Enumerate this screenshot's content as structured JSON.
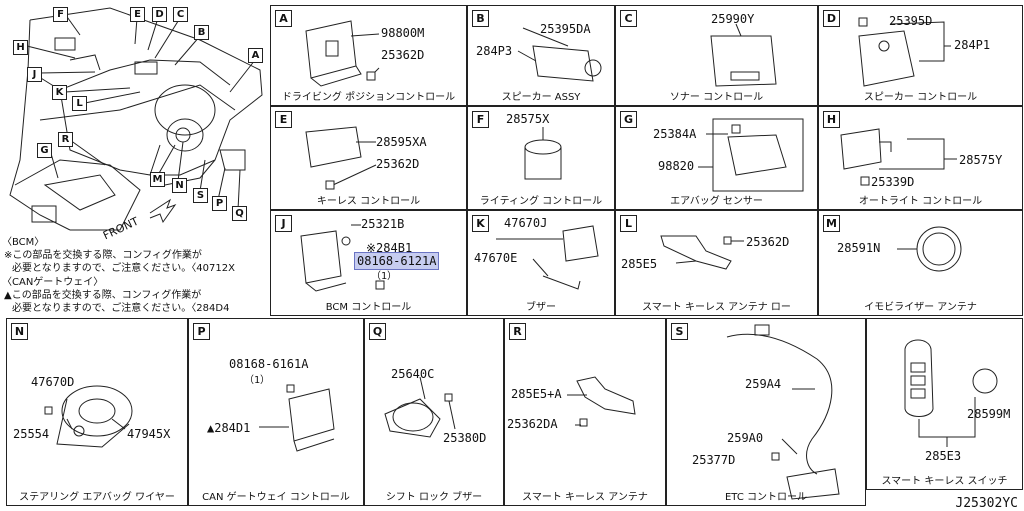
{
  "overview": {
    "front_label": "FRONT",
    "callouts": [
      "F",
      "E",
      "D",
      "C",
      "B",
      "H",
      "A",
      "J",
      "K",
      "L",
      "G",
      "R",
      "M",
      "N",
      "S",
      "P",
      "Q"
    ],
    "bcm_heading": "〈BCM〉",
    "bcm_note_1": "※この部品を交換する際、コンフィグ作業が",
    "bcm_note_2": "必要となりますので、ご注意ください。〈40712X",
    "can_heading": "〈CANゲートウェイ〉",
    "can_note_1": "▲この部品を交換する際、コンフィグ作業が",
    "can_note_2": "必要となりますので、ご注意ください。〈284D4"
  },
  "panels": {
    "A": {
      "letter": "A",
      "parts": [
        "98800M",
        "25362D"
      ],
      "caption": "ドライビング ポジションコントロール"
    },
    "B": {
      "letter": "B",
      "parts": [
        "25395DA",
        "284P3"
      ],
      "caption": "スピーカー ASSY"
    },
    "C": {
      "letter": "C",
      "parts": [
        "25990Y"
      ],
      "caption": "ソナー コントロール"
    },
    "D": {
      "letter": "D",
      "parts": [
        "25395D",
        "284P1"
      ],
      "caption": "スピーカー コントロール"
    },
    "E": {
      "letter": "E",
      "parts": [
        "28595XA",
        "25362D"
      ],
      "caption": "キーレス コントロール"
    },
    "F": {
      "letter": "F",
      "parts": [
        "28575X"
      ],
      "caption": "ライティング コントロール"
    },
    "G": {
      "letter": "G",
      "parts": [
        "25384A",
        "98820"
      ],
      "caption": "エアバッグ センサー"
    },
    "H": {
      "letter": "H",
      "parts": [
        "28575Y",
        "25339D"
      ],
      "caption": "オートライト コントロール"
    },
    "J": {
      "letter": "J",
      "parts": [
        "25321B",
        "※284B1",
        "08168-6121A",
        "（1）"
      ],
      "caption": "BCM コントロール"
    },
    "K": {
      "letter": "K",
      "parts": [
        "47670J",
        "47670E"
      ],
      "caption": "ブザー"
    },
    "L": {
      "letter": "L",
      "parts": [
        "25362D",
        "285E5"
      ],
      "caption": "スマート キーレス アンテナ ロー"
    },
    "M": {
      "letter": "M",
      "parts": [
        "28591N"
      ],
      "caption": "イモビライザー アンテナ"
    },
    "N": {
      "letter": "N",
      "parts": [
        "47670D",
        "25554",
        "47945X"
      ],
      "caption": "ステアリング エアバッグ ワイヤー"
    },
    "P": {
      "letter": "P",
      "parts": [
        "08168-6161A",
        "（1）",
        "▲284D1"
      ],
      "caption": "CAN ゲートウェイ コントロール"
    },
    "Q": {
      "letter": "Q",
      "parts": [
        "25640C",
        "25380D"
      ],
      "caption": "シフト ロック ブザー"
    },
    "R": {
      "letter": "R",
      "parts": [
        "285E5+A",
        "25362DA"
      ],
      "caption": "スマート キーレス アンテナ"
    },
    "S": {
      "letter": "S",
      "parts": [
        "259A4",
        "259A0",
        "25377D"
      ],
      "caption": "ETC コントロール"
    },
    "T": {
      "parts": [
        "28599M",
        "285E3"
      ],
      "caption": "スマート キーレス スイッチ"
    }
  },
  "diagram_id": "J25302YC"
}
